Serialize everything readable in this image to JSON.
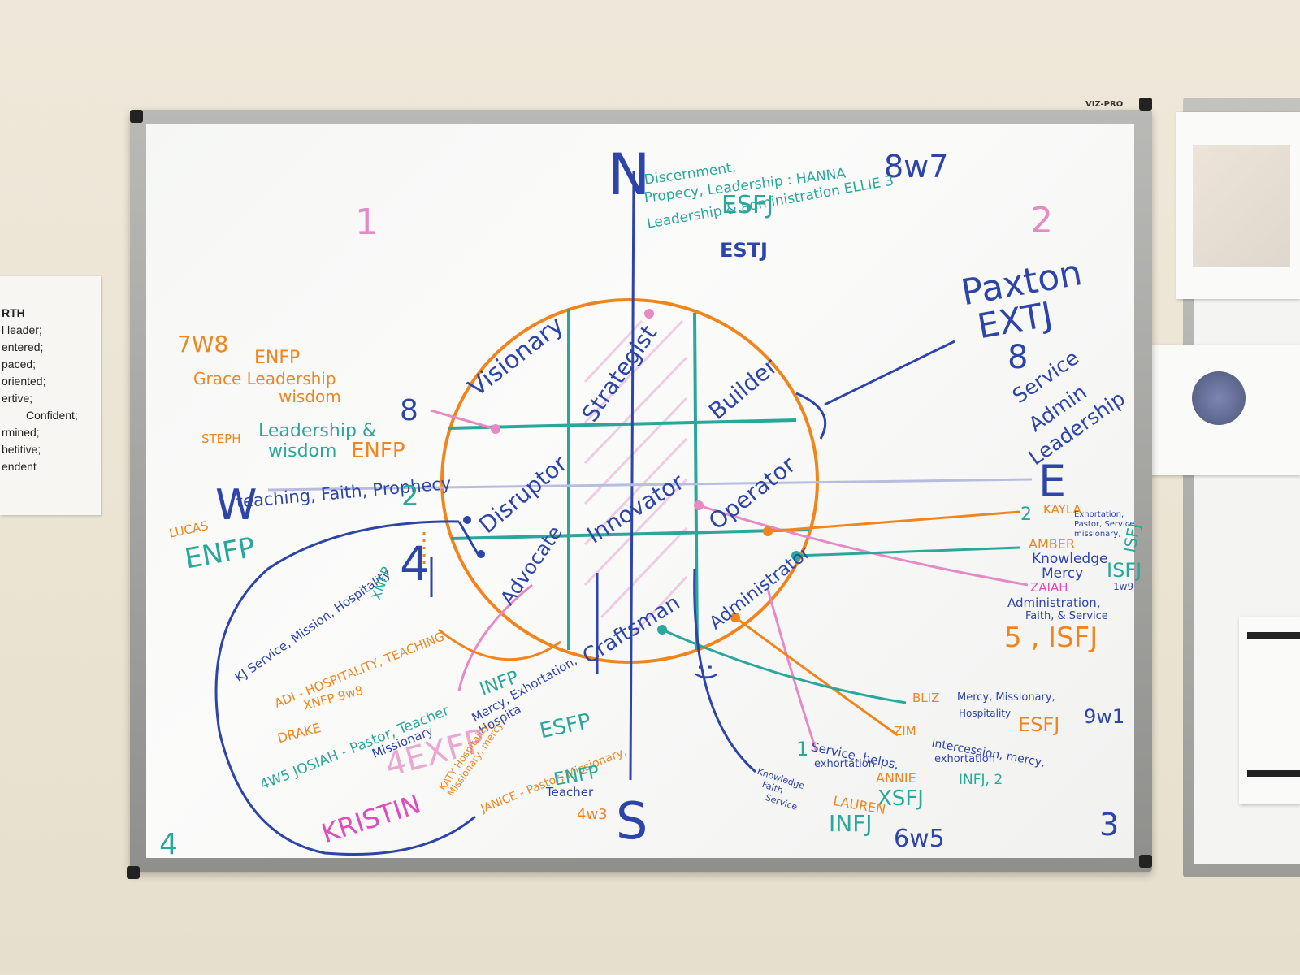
{
  "left_paper": {
    "lines": [
      "RTH",
      "l leader;",
      "entered;",
      "paced;",
      "oriented;",
      "ertive;",
      "Confident;",
      "rmined;",
      "betitive;",
      "endent"
    ]
  },
  "board": {
    "brand": "VIZ-PRO",
    "quadrant_numbers": [
      "1",
      "2",
      "3",
      "4"
    ],
    "compass": {
      "north": "N",
      "south": "S",
      "east": "E",
      "west": "W"
    },
    "grid_cells": [
      "Visionary",
      "Strategist",
      "Builder",
      "Disruptor",
      "Innovator",
      "Operator",
      "Advocate",
      "Craftsman",
      "Administrator"
    ],
    "north_notes": {
      "line1": "Discernment,",
      "line2": "Propecy, Leadership : HANNA",
      "hanna_type": "8w7",
      "esfj": "ESFJ",
      "line3": "Leadership & administration ELLIE 3",
      "estj": "ESTJ"
    },
    "northwest_notes": {
      "seven_w_eight": "7W8",
      "enfp_top": "ENFP",
      "grace_line": "Grace Leadership",
      "wisdom_line": "wisdom",
      "steph": "STEPH",
      "steph_gifts1": "Leadership &",
      "steph_gifts2": "wisdom",
      "steph_type": "ENFP",
      "steph_num": "8"
    },
    "west_notes": {
      "gifts": "teaching, Faith, Prophecy",
      "num": "2",
      "name": "LUCAS",
      "type": "ENFP"
    },
    "east_notes": {
      "paxton": "Paxton",
      "paxton_type": "EXTJ",
      "paxton_num": "8",
      "paxton_gifts": [
        "Service",
        "Admin",
        "Leadership"
      ],
      "kayla_num": "2",
      "kayla": "KAYLA",
      "kayla_gifts": "Exhortation, Pastor, Service, missionary,",
      "kayla_type": "ISFJ",
      "amber": "AMBER",
      "amber_gifts1": "Knowledge",
      "amber_gifts2": "Mercy",
      "amber_type": "ISFJ",
      "amber_wing": "1w9",
      "zaiah": "ZAIAH",
      "zaiah_gifts1": "Administration,",
      "zaiah_gifts2": "Faith, & Service",
      "zaiah_type": "5 , ISFJ"
    },
    "southwest_notes": {
      "kj": "KJ Service, Mission, Hospitality",
      "kj_type": "XNFP",
      "num4": "4",
      "adi": "ADI - HOSPITALITY, TEACHING",
      "adi_type": "XNFP 9w8",
      "drake": "DRAKE",
      "josiah": "4W5 JOSIAH - Pastor, Teacher",
      "josiah_type": "INFP",
      "missionary": "Missionary",
      "mercy": "Mercy, Exhortation, Hospita",
      "kristin": "KRISTIN",
      "kristin_type": "4EXFP",
      "katy": "KATY Hospitality, Missionary, mercy",
      "katy_type": "ESFP",
      "janice": "JANICE - Pastor, Missionary,",
      "janice_role": "Teacher",
      "janice_type": "ENFP",
      "janice_wing": "4w3",
      "quad4": "4"
    },
    "southeast_notes": {
      "bliz": "BLIZ",
      "bliz_gifts1": "Mercy, Missionary,",
      "bliz_gifts2": "Hospitality",
      "bliz_type": "ESFJ",
      "bliz_wing": "9w1",
      "zim": "ZIM",
      "zim_gifts1": "intercession, mercy,",
      "zim_gifts2": "exhortation",
      "zim_type": "INFJ, 2",
      "annie_num": "1",
      "annie_gifts1": "Service, helps,",
      "annie_gifts2": "exhortation",
      "annie": "ANNIE",
      "annie_type": "XSFJ",
      "lauren": "LAUREN",
      "lauren_type": "INFJ",
      "lauren_wing": "6w5",
      "knowledge1": "Knowledge",
      "knowledge2": "Faith",
      "knowledge3": "Service",
      "smiley": ":)",
      "quad3": "3"
    }
  },
  "colors": {
    "orange": "#f0851e",
    "teal": "#2aa79b",
    "blue": "#2d44a8",
    "pink": "#e58ac5",
    "magenta": "#e04bbd"
  }
}
